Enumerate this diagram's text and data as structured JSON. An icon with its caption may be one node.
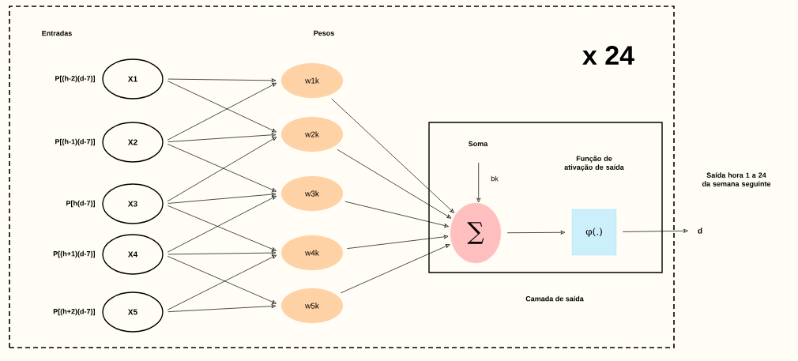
{
  "diagram": {
    "nodes": [
      {
        "text": [
          "x 24"
        ]
      },
      {
        "text": [
          "X1"
        ],
        "in": 0,
        "beside": [
          "P[(h-2)(d-7)]"
        ]
      },
      {
        "text": [
          "X2"
        ],
        "in": 0,
        "beside": [
          "P[(h-1)(d-7)]"
        ]
      },
      {
        "text": [
          "X3"
        ],
        "in": 0,
        "beside": [
          "P[h(d-7)]"
        ]
      },
      {
        "text": [
          "X4"
        ],
        "in": 0,
        "beside": [
          "P[(h+1)(d-7)]"
        ]
      },
      {
        "text": [
          "X5"
        ],
        "in": 0,
        "beside": [
          "P[(h+2)(d-7)]"
        ]
      },
      {
        "text": [
          "w1k"
        ],
        "in": 0
      },
      {
        "text": [
          "w2k"
        ],
        "in": 0
      },
      {
        "text": [
          "w3k"
        ],
        "in": 0
      },
      {
        "text": [
          "w4k"
        ],
        "in": 0
      },
      {
        "text": [
          "w5k"
        ],
        "in": 0
      },
      {
        "text": [
          "Camada de saída"
        ],
        "in": 0
      },
      {
        "text": [
          "∑"
        ],
        "in": 11
      },
      {
        "text": [
          "φ(.)"
        ],
        "in": 11
      },
      {
        "text": [
          "bk"
        ],
        "in": 11
      },
      {
        "text": [
          "d"
        ]
      }
    ],
    "edges": [
      {
        "from": 1,
        "to": 6,
        "arrow": "to"
      },
      {
        "from": 1,
        "to": 7,
        "arrow": "to"
      },
      {
        "from": 2,
        "to": 6,
        "arrow": "to"
      },
      {
        "from": 2,
        "to": 7,
        "arrow": "to"
      },
      {
        "from": 2,
        "to": 8,
        "arrow": "to"
      },
      {
        "from": 3,
        "to": 7,
        "arrow": "to"
      },
      {
        "from": 3,
        "to": 8,
        "arrow": "to"
      },
      {
        "from": 3,
        "to": 9,
        "arrow": "to"
      },
      {
        "from": 4,
        "to": 8,
        "arrow": "to"
      },
      {
        "from": 4,
        "to": 9,
        "arrow": "to"
      },
      {
        "from": 4,
        "to": 10,
        "arrow": "to"
      },
      {
        "from": 5,
        "to": 9,
        "arrow": "to"
      },
      {
        "from": 5,
        "to": 10,
        "arrow": "to"
      },
      {
        "from": 6,
        "to": 12,
        "arrow": "to"
      },
      {
        "from": 7,
        "to": 12,
        "arrow": "to"
      },
      {
        "from": 8,
        "to": 12,
        "arrow": "to"
      },
      {
        "from": 9,
        "to": 12,
        "arrow": "to"
      },
      {
        "from": 10,
        "to": 12,
        "arrow": "to"
      },
      {
        "from": 14,
        "to": 12,
        "arrow": "to"
      },
      {
        "from": 12,
        "to": 13,
        "arrow": "to"
      },
      {
        "from": 13,
        "to": 15,
        "arrow": "to"
      }
    ],
    "labels": [
      "Entradas",
      "Pesos",
      "Soma",
      "Função de ativação de saída",
      "Saída hora 1 a 24 da semana seguinte"
    ]
  }
}
